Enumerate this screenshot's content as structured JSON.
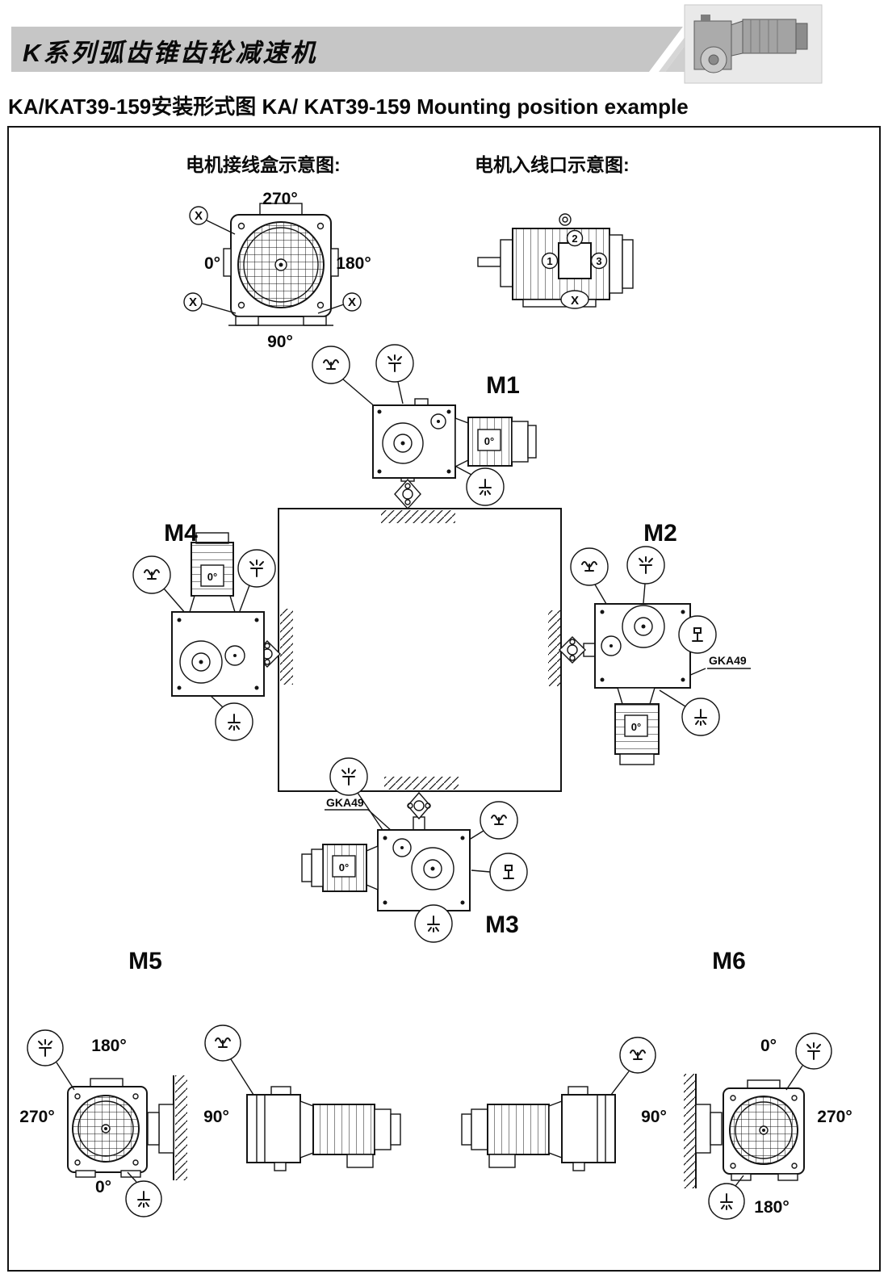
{
  "header": {
    "title": "K系列弧齿锥齿轮减速机"
  },
  "subtitle": "KA/KAT39-159安装形式图 KA/ KAT39-159 Mounting position example",
  "junction_box": {
    "title": "电机接线盒示意图:",
    "deg_top": "270°",
    "deg_left": "0°",
    "deg_right": "180°",
    "deg_bottom": "90°",
    "marker": "X"
  },
  "inlet": {
    "title": "电机入线口示意图:",
    "n1": "1",
    "n2": "2",
    "n3": "3",
    "x": "X"
  },
  "mounts": {
    "m1": "M1",
    "m2": "M2",
    "m3": "M3",
    "m4": "M4",
    "m5": "M5",
    "m6": "M6",
    "motor_zero": "0°",
    "gka49": "GKA49"
  },
  "m5_view": {
    "deg180": "180°",
    "deg270": "270°",
    "deg0": "0°",
    "deg90": "90°"
  },
  "m6_view": {
    "deg0": "0°",
    "deg270": "270°",
    "deg180": "180°",
    "deg90": "90°"
  }
}
